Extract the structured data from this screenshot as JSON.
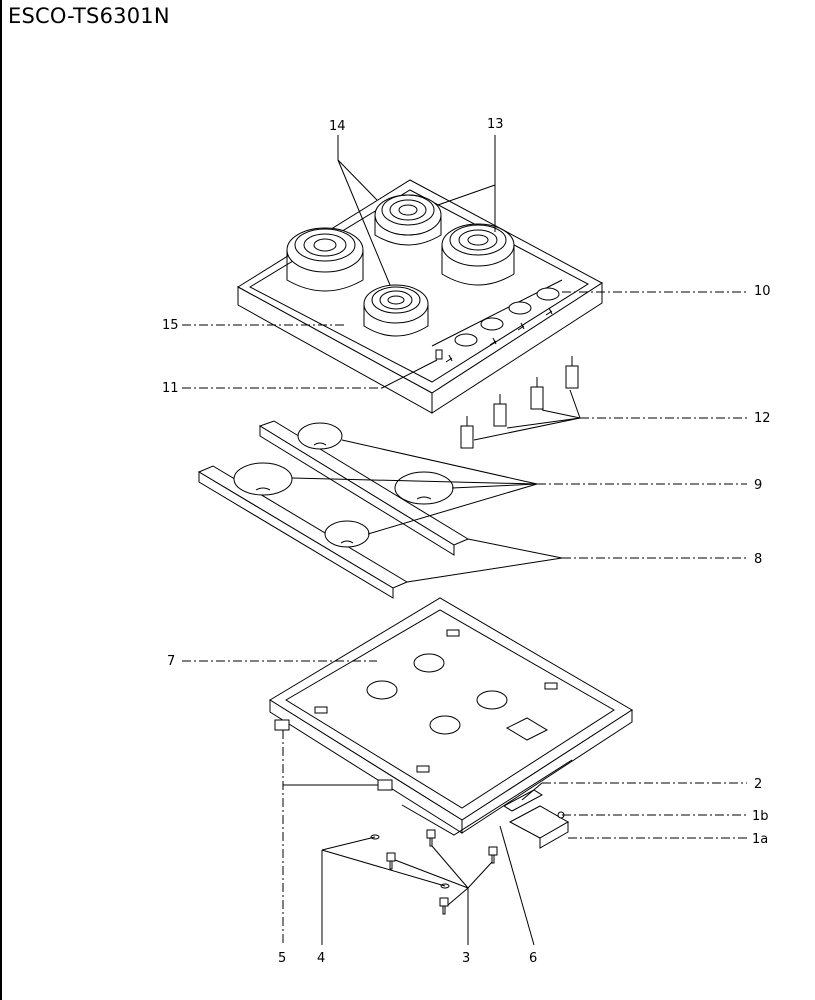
{
  "title": "ESCO-TS6301N",
  "callouts": {
    "c1a": "1a",
    "c1b": "1b",
    "c2": "2",
    "c3": "3",
    "c4": "4",
    "c5": "5",
    "c6": "6",
    "c7": "7",
    "c8": "8",
    "c9": "9",
    "c10": "10",
    "c11": "11",
    "c12": "12",
    "c13": "13",
    "c14": "14",
    "c15": "15"
  },
  "colors": {
    "line": "#000000",
    "background": "#ffffff"
  }
}
